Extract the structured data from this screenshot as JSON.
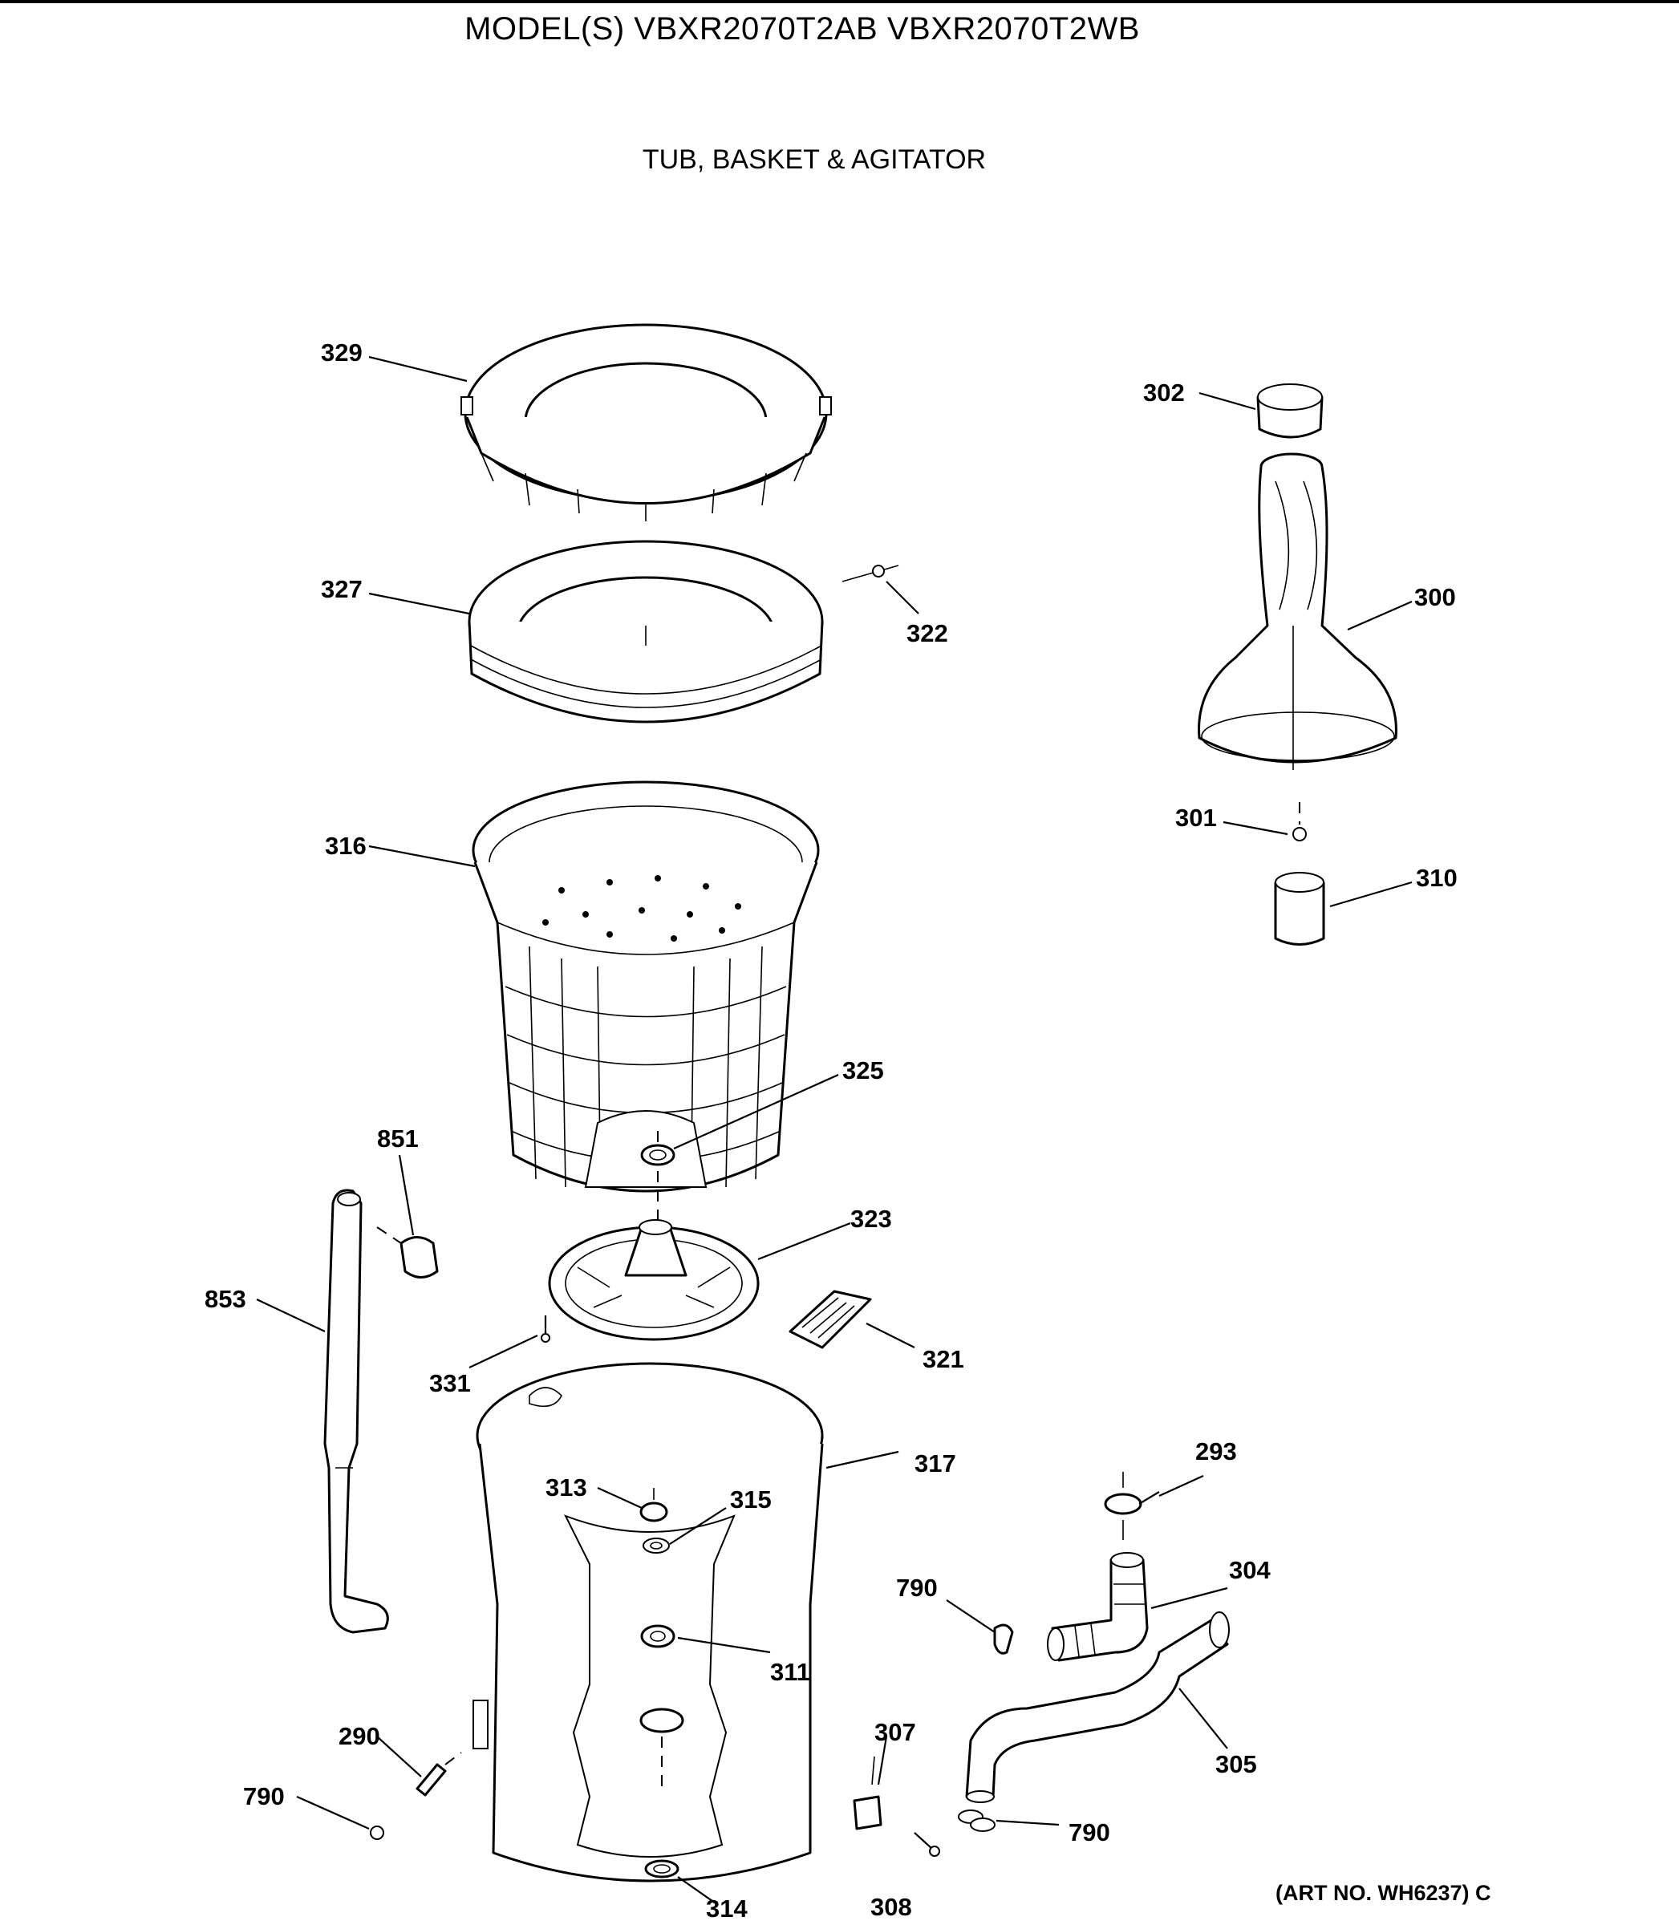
{
  "header": {
    "model_title": "MODEL(S) VBXR2070T2AB  VBXR2070T2WB",
    "section_title": "TUB, BASKET & AGITATOR"
  },
  "footer": {
    "art_number": "(ART NO. WH6237) C"
  },
  "callouts": [
    {
      "id": "329",
      "label": "329"
    },
    {
      "id": "327",
      "label": "327"
    },
    {
      "id": "322",
      "label": "322"
    },
    {
      "id": "316",
      "label": "316"
    },
    {
      "id": "325",
      "label": "325"
    },
    {
      "id": "323",
      "label": "323"
    },
    {
      "id": "321",
      "label": "321"
    },
    {
      "id": "851",
      "label": "851"
    },
    {
      "id": "853",
      "label": "853"
    },
    {
      "id": "331",
      "label": "331"
    },
    {
      "id": "317",
      "label": "317"
    },
    {
      "id": "313",
      "label": "313"
    },
    {
      "id": "315",
      "label": "315"
    },
    {
      "id": "311",
      "label": "311"
    },
    {
      "id": "290",
      "label": "290"
    },
    {
      "id": "790a",
      "label": "790"
    },
    {
      "id": "314",
      "label": "314"
    },
    {
      "id": "307",
      "label": "307"
    },
    {
      "id": "308",
      "label": "308"
    },
    {
      "id": "790b",
      "label": "790"
    },
    {
      "id": "790c",
      "label": "790"
    },
    {
      "id": "305",
      "label": "305"
    },
    {
      "id": "304",
      "label": "304"
    },
    {
      "id": "293",
      "label": "293"
    },
    {
      "id": "302",
      "label": "302"
    },
    {
      "id": "300",
      "label": "300"
    },
    {
      "id": "301",
      "label": "301"
    },
    {
      "id": "310",
      "label": "310"
    }
  ]
}
